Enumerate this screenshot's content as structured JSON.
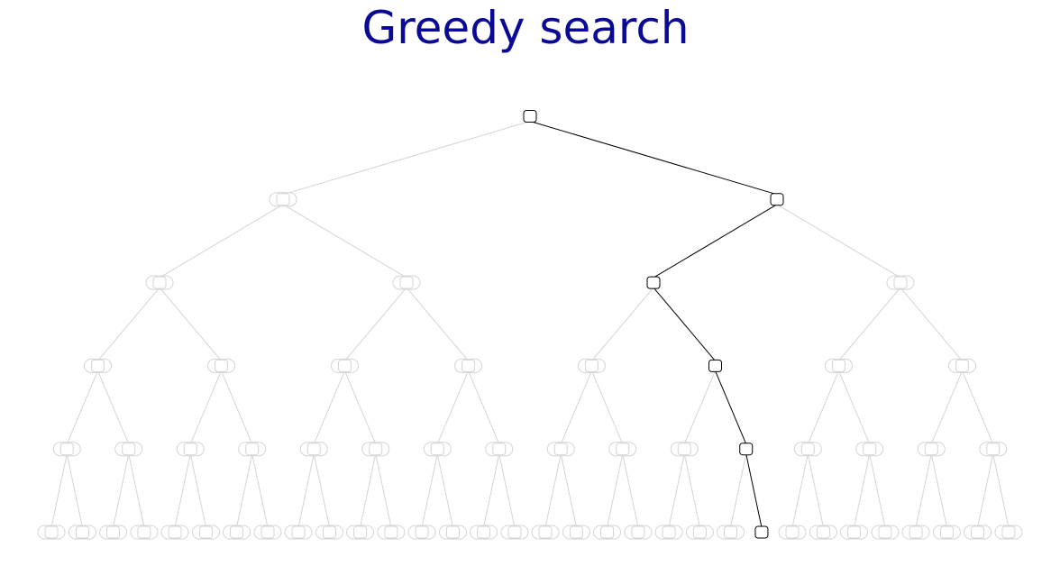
{
  "title": "Greedy search",
  "colors": {
    "title": "#0a0a96",
    "active_stroke": "#000000",
    "inactive_stroke": "#d4d4d4",
    "node_fill": "#ffffff"
  },
  "tree": {
    "type": "binary",
    "depth": 5,
    "greedy_path": [
      "right",
      "left",
      "right",
      "right",
      "right"
    ]
  }
}
